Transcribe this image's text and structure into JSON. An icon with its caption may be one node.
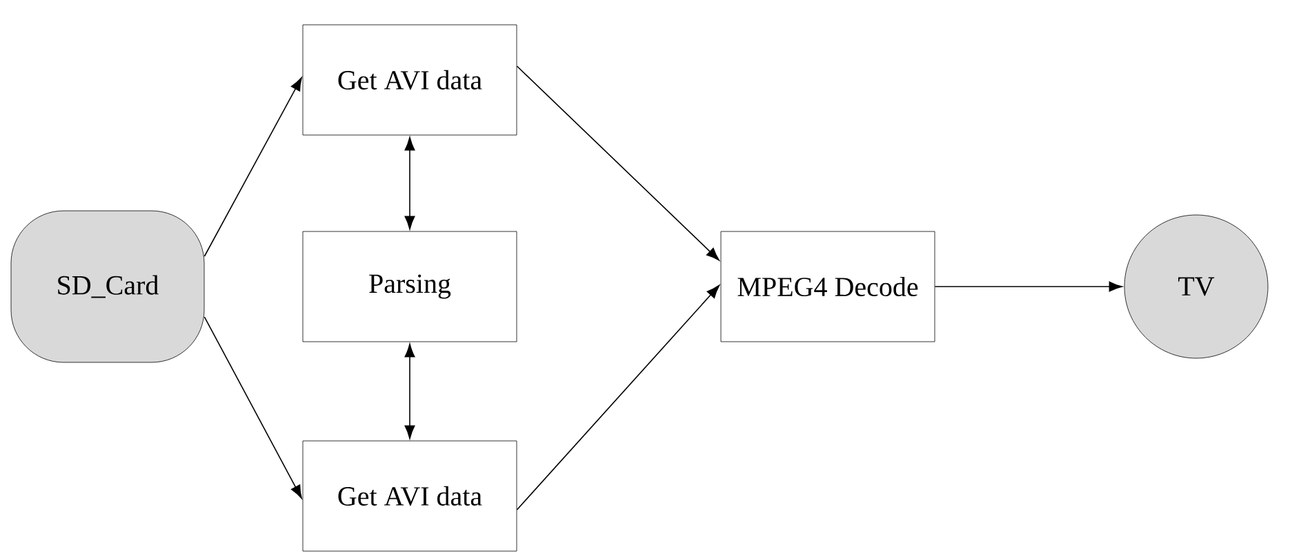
{
  "diagram": {
    "nodes": [
      {
        "text": [
          "SD_Card"
        ]
      },
      {
        "text": [
          "Get AVI data"
        ]
      },
      {
        "text": [
          "Parsing"
        ]
      },
      {
        "text": [
          "Get AVI data"
        ]
      },
      {
        "text": [
          "MPEG4 Decode"
        ]
      },
      {
        "text": [
          "TV"
        ]
      }
    ],
    "edges": [
      {
        "from": 0,
        "to": 1,
        "arrow": "to"
      },
      {
        "from": 0,
        "to": 3,
        "arrow": "to"
      },
      {
        "from": 1,
        "to": 2,
        "arrow": "both"
      },
      {
        "from": 2,
        "to": 3,
        "arrow": "both"
      },
      {
        "from": 1,
        "to": 4,
        "arrow": "to"
      },
      {
        "from": 3,
        "to": 4,
        "arrow": "to"
      },
      {
        "from": 4,
        "to": 5,
        "arrow": "to"
      }
    ]
  }
}
